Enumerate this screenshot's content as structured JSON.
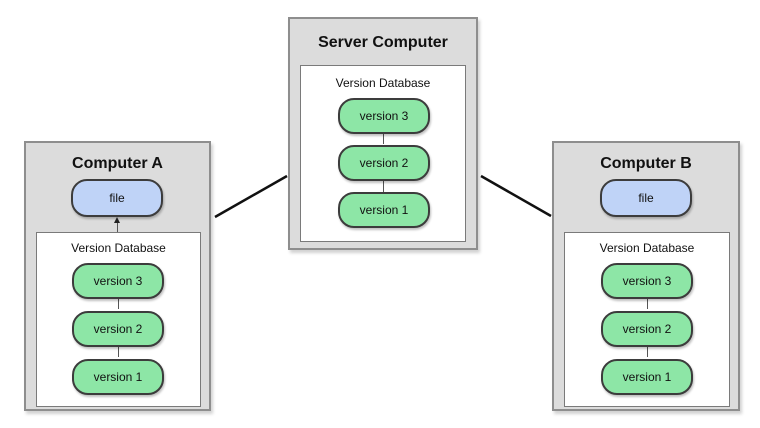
{
  "server": {
    "title": "Server Computer",
    "db_label": "Version Database",
    "versions": [
      "version 3",
      "version 2",
      "version 1"
    ]
  },
  "computer_a": {
    "title": "Computer A",
    "file_label": "file",
    "db_label": "Version Database",
    "versions": [
      "version 3",
      "version 2",
      "version 1"
    ]
  },
  "computer_b": {
    "title": "Computer B",
    "file_label": "file",
    "db_label": "Version Database",
    "versions": [
      "version 3",
      "version 2",
      "version 1"
    ]
  },
  "colors": {
    "version_fill": "#8de6a6",
    "file_fill": "#bfd3f7",
    "machine_fill": "#dcdcdc",
    "outline": "#3c3c3c"
  }
}
